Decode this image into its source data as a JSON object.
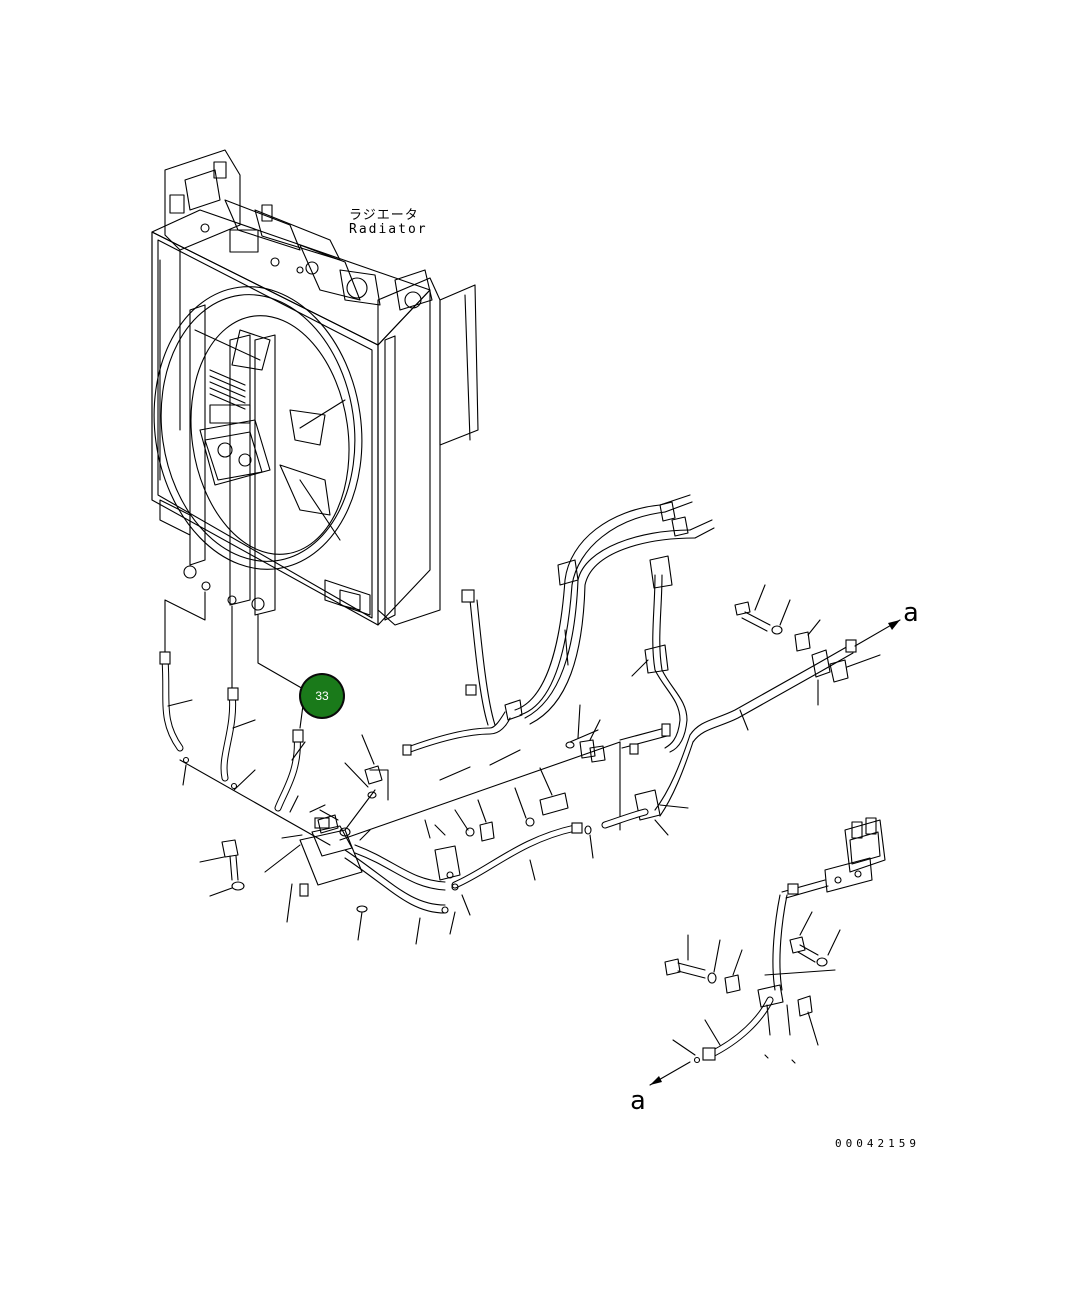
{
  "labels": {
    "radiator_jp": "ラジエータ",
    "radiator_en": "Radiator",
    "arrow_a_top": "a",
    "arrow_a_bottom": "a",
    "drawing_number": "00042159"
  },
  "callout": {
    "number": "33",
    "color": "#1a7a1a"
  },
  "colors": {
    "line": "#000000",
    "background": "#ffffff"
  }
}
